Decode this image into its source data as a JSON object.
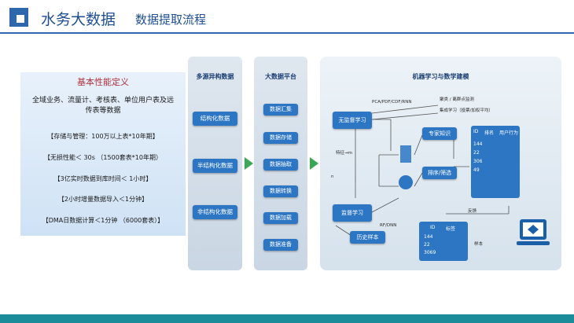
{
  "header": {
    "title_main": "水务大数据",
    "title_sub": "数据提取流程"
  },
  "definition": {
    "title": "基本性能定义",
    "intro": "全域业务、流量计、考核表、单位用户表及远传表等数据",
    "lines": [
      "【存储与管理：100万以上表*10年期】",
      "【无损性能＜ 30s （1500套表*10年期）",
      "【3亿实时数据到库时间＜ 1小时】",
      "【2小时增量数据导入＜1分钟】",
      "【DMA日数据计算＜1分钟 （6000套表）】"
    ]
  },
  "sources": {
    "title": "多源异构数据",
    "items": [
      "结构化数据",
      "半结构化数据",
      "非结构化数据"
    ]
  },
  "platform": {
    "title": "大数据平台",
    "items": [
      "数据汇集",
      "数据存储",
      "数据抽取",
      "数据转换",
      "数据加载",
      "数据准备"
    ]
  },
  "ml": {
    "title": "机器学习与数学建模",
    "unsupervised": "无监督学习",
    "supervised": "监督学习",
    "history": "历史样本",
    "expert": "专家知识",
    "sort": "排序/筛选",
    "pca": "PCA/PDF/CDF/RNN",
    "cluster": "聚类 / 离群点监测",
    "ensemble": "集成学习（投票/加权平均）",
    "feature": "特征→m",
    "n_label": "n",
    "rf": "RF/DNN",
    "feedback": "反馈",
    "sample": "样本",
    "table_id": "ID",
    "table_rank": "排名",
    "table_behavior": "用户行为",
    "table_ids": [
      "144",
      "22",
      "306",
      "49"
    ],
    "hist_id": "ID",
    "hist_label": "标签",
    "hist_ids": [
      "144",
      "22",
      "3069"
    ]
  },
  "colors": {
    "brand_blue": "#2f67ad",
    "button_blue": "#2c76c4",
    "arrow_green": "#3aa757",
    "footer_teal": "#1a8c9a",
    "definition_title": "#b0303a"
  }
}
